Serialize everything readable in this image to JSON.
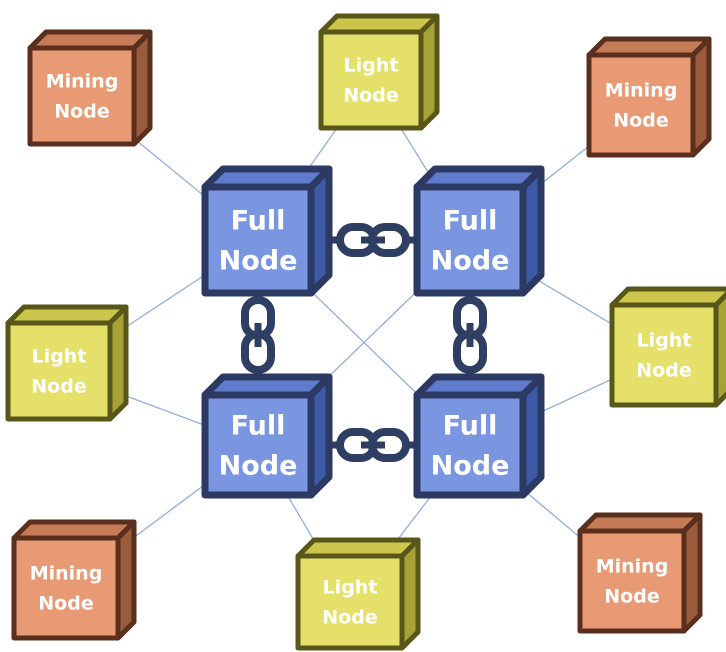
{
  "colors": {
    "full_front": "#7b96e0",
    "full_side": "#3d5aa6",
    "full_top": "#5f7ccc",
    "full_outline": "#2c3a63",
    "light_front": "#e5e06a",
    "light_side": "#a6a236",
    "light_top": "#ccc74c",
    "light_outline": "#59561a",
    "mining_front": "#e89a74",
    "mining_side": "#9a5a3c",
    "mining_top": "#c57b58",
    "mining_outline": "#5a2f1e",
    "connector": "#8fb0dc",
    "chain": "#2f3f63"
  },
  "nodes": [
    {
      "id": "full-1",
      "type": "full",
      "line1": "Full",
      "line2": "Node"
    },
    {
      "id": "full-2",
      "type": "full",
      "line1": "Full",
      "line2": "Node"
    },
    {
      "id": "full-3",
      "type": "full",
      "line1": "Full",
      "line2": "Node"
    },
    {
      "id": "full-4",
      "type": "full",
      "line1": "Full",
      "line2": "Node"
    },
    {
      "id": "mining-top-left",
      "type": "mining",
      "line1": "Mining",
      "line2": "Node"
    },
    {
      "id": "light-top",
      "type": "light",
      "line1": "Light",
      "line2": "Node"
    },
    {
      "id": "mining-top-right",
      "type": "mining",
      "line1": "Mining",
      "line2": "Node"
    },
    {
      "id": "light-left",
      "type": "light",
      "line1": "Light",
      "line2": "Node"
    },
    {
      "id": "light-right",
      "type": "light",
      "line1": "Light",
      "line2": "Node"
    },
    {
      "id": "mining-bottom-left",
      "type": "mining",
      "line1": "Mining",
      "line2": "Node"
    },
    {
      "id": "light-bottom",
      "type": "light",
      "line1": "Light",
      "line2": "Node"
    },
    {
      "id": "mining-bottom-right",
      "type": "mining",
      "line1": "Mining",
      "line2": "Node"
    }
  ],
  "connections": [
    {
      "from": "mining-top-left",
      "to": "full-1"
    },
    {
      "from": "light-top",
      "to": "full-1"
    },
    {
      "from": "light-top",
      "to": "full-2"
    },
    {
      "from": "mining-top-right",
      "to": "full-2"
    },
    {
      "from": "light-left",
      "to": "full-1"
    },
    {
      "from": "light-left",
      "to": "full-3"
    },
    {
      "from": "light-right",
      "to": "full-2"
    },
    {
      "from": "light-right",
      "to": "full-4"
    },
    {
      "from": "mining-bottom-left",
      "to": "full-3"
    },
    {
      "from": "light-bottom",
      "to": "full-3"
    },
    {
      "from": "light-bottom",
      "to": "full-4"
    },
    {
      "from": "mining-bottom-right",
      "to": "full-4"
    },
    {
      "from": "full-1",
      "to": "full-4"
    },
    {
      "from": "full-2",
      "to": "full-3"
    }
  ],
  "chain_links": [
    {
      "from": "full-1",
      "to": "full-2"
    },
    {
      "from": "full-1",
      "to": "full-3"
    },
    {
      "from": "full-2",
      "to": "full-4"
    },
    {
      "from": "full-3",
      "to": "full-4"
    }
  ]
}
